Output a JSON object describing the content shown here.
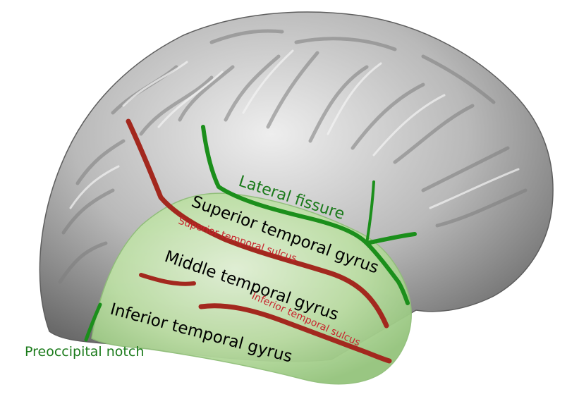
{
  "labels": {
    "lateral_fissure": "Lateral fissure",
    "superior_temporal_gyrus": "Superior temporal gyrus",
    "superior_temporal_sulcus": "Superior temporal sulcus",
    "middle_temporal_gyrus": "Middle temporal gyrus",
    "inferior_temporal_sulcus": "Inferior temporal sulcus",
    "inferior_temporal_gyrus": "Inferior temporal gyrus",
    "preoccipital_notch": "Preoccipital notch"
  },
  "colors": {
    "cortex": "#b8b8b8",
    "cortex_highlight": "#e6e6e6",
    "cortex_shadow": "#6e6e6e",
    "temporal_lobe": "#b9dca0",
    "temporal_lobe_light": "#d8ecc8",
    "sulcus_red": "#a3281e",
    "fissure_green": "#1b8f1b",
    "label_green": "#1a7a1a",
    "label_red": "#c8232c",
    "label_black": "#000000"
  }
}
